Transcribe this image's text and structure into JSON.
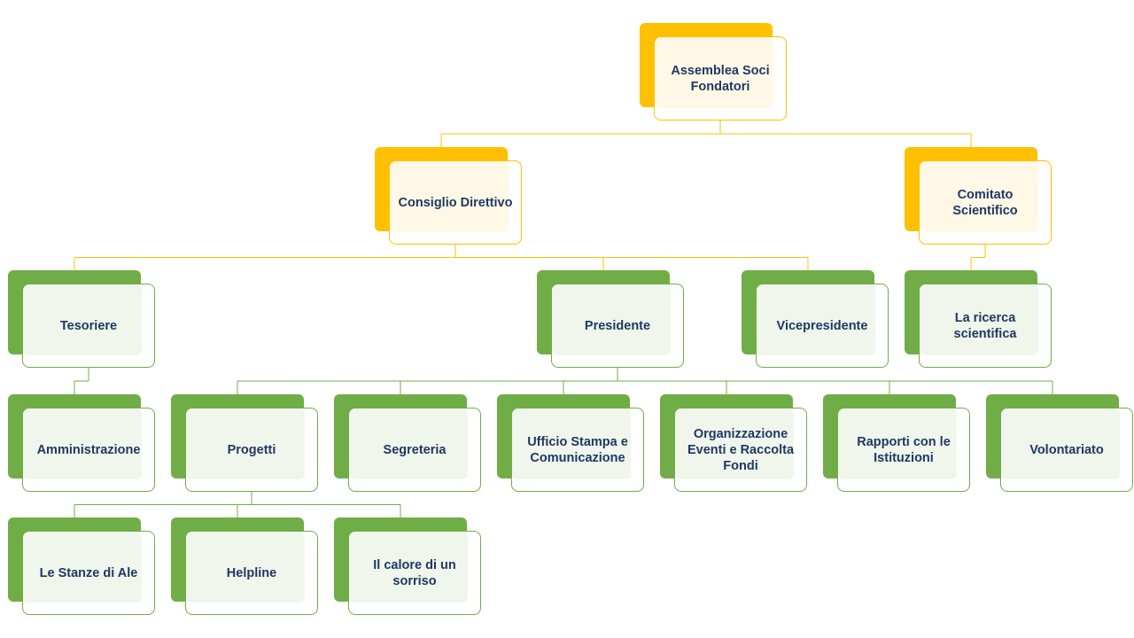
{
  "org_chart": {
    "nodes": {
      "assemblea": {
        "label": "Assemblea Soci Fondatori",
        "tier": "gold"
      },
      "consiglio": {
        "label": "Consiglio Direttivo",
        "tier": "gold"
      },
      "comitato": {
        "label": "Comitato Scientifico",
        "tier": "gold"
      },
      "tesoriere": {
        "label": "Tesoriere",
        "tier": "green"
      },
      "presidente": {
        "label": "Presidente",
        "tier": "green"
      },
      "vicepresidente": {
        "label": "Vicepresidente",
        "tier": "green"
      },
      "ricerca": {
        "label": "La ricerca scientifica",
        "tier": "green"
      },
      "amministrazione": {
        "label": "Amministrazione",
        "tier": "green"
      },
      "progetti": {
        "label": "Progetti",
        "tier": "green"
      },
      "segreteria": {
        "label": "Segreteria",
        "tier": "green"
      },
      "ufficio_stampa": {
        "label": "Ufficio Stampa e Comunicazione",
        "tier": "green"
      },
      "organizzazione": {
        "label": "Organizzazione Eventi e Raccolta Fondi",
        "tier": "green"
      },
      "rapporti": {
        "label": "Rapporti con le Istituzioni",
        "tier": "green"
      },
      "volontariato": {
        "label": "Volontariato",
        "tier": "green"
      },
      "stanze": {
        "label": "Le Stanze di Ale",
        "tier": "green"
      },
      "helpline": {
        "label": "Helpline",
        "tier": "green"
      },
      "calore": {
        "label": "Il calore di un sorriso",
        "tier": "green"
      }
    },
    "edges": [
      [
        "assemblea",
        "consiglio"
      ],
      [
        "assemblea",
        "comitato"
      ],
      [
        "consiglio",
        "tesoriere"
      ],
      [
        "consiglio",
        "presidente"
      ],
      [
        "consiglio",
        "vicepresidente"
      ],
      [
        "comitato",
        "ricerca"
      ],
      [
        "tesoriere",
        "amministrazione"
      ],
      [
        "presidente",
        "progetti"
      ],
      [
        "presidente",
        "segreteria"
      ],
      [
        "presidente",
        "ufficio_stampa"
      ],
      [
        "presidente",
        "organizzazione"
      ],
      [
        "presidente",
        "rapporti"
      ],
      [
        "presidente",
        "volontariato"
      ],
      [
        "progetti",
        "stanze"
      ],
      [
        "progetti",
        "helpline"
      ],
      [
        "progetti",
        "calore"
      ]
    ],
    "colors": {
      "gold": "#ffc000",
      "green": "#70ad47",
      "text": "#1f3864"
    }
  }
}
